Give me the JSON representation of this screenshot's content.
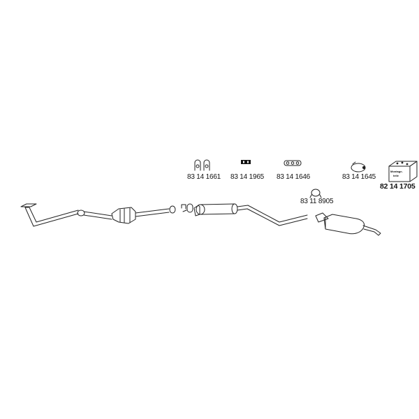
{
  "parts": [
    {
      "id": "clamp_pair",
      "number": "83 14 1661"
    },
    {
      "id": "rubber_small",
      "number": "83 14 1965"
    },
    {
      "id": "rubber_strip",
      "number": "83 14 1646"
    },
    {
      "id": "hanger_ring",
      "number": "83 14 1645"
    },
    {
      "id": "mounting_kit",
      "number": "82 14 1705"
    },
    {
      "id": "clamp_single",
      "number": "83 11 8905"
    }
  ],
  "kit_box_text": [
    "Montage-",
    "teile"
  ],
  "colors": {
    "line": "#222222",
    "background": "#ffffff"
  }
}
